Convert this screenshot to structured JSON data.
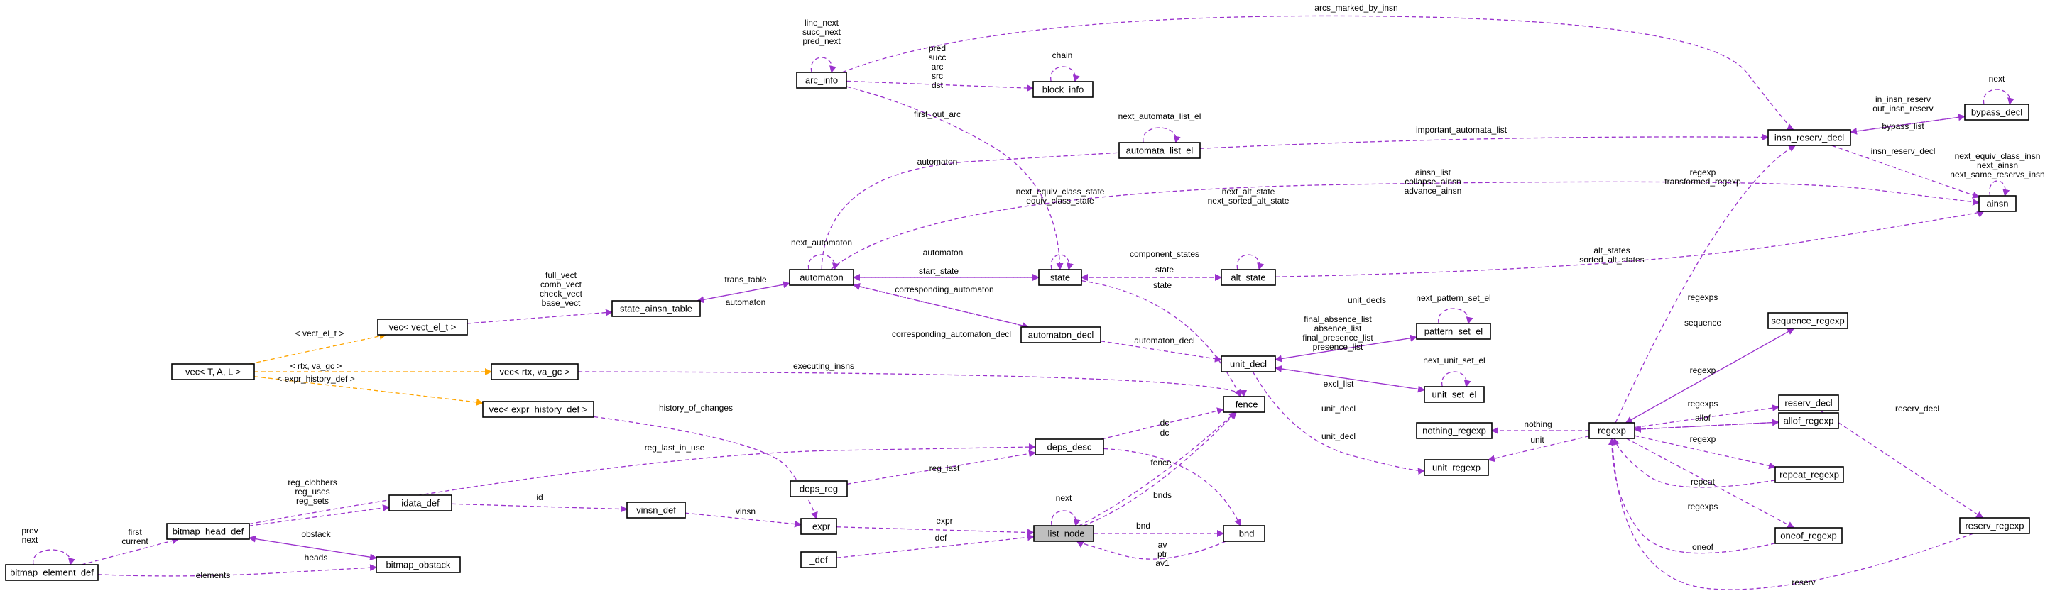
{
  "nodes": [
    {
      "id": "bitmap_element_def",
      "label": "bitmap_element_def"
    },
    {
      "id": "bitmap_head_def",
      "label": "bitmap_head_def"
    },
    {
      "id": "bitmap_obstack",
      "label": "bitmap_obstack"
    },
    {
      "id": "idata_def",
      "label": "idata_def"
    },
    {
      "id": "vinsn_def",
      "label": "vinsn_def"
    },
    {
      "id": "_expr",
      "label": "_expr"
    },
    {
      "id": "_def",
      "label": "_def"
    },
    {
      "id": "deps_reg",
      "label": "deps_reg"
    },
    {
      "id": "deps_desc",
      "label": "deps_desc"
    },
    {
      "id": "list_node",
      "label": "_list_node"
    },
    {
      "id": "_fence",
      "label": "_fence"
    },
    {
      "id": "_bnd",
      "label": "_bnd"
    },
    {
      "id": "vec_tal",
      "label": "vec< T, A, L >"
    },
    {
      "id": "vec_vect",
      "label": "vec< vect_el_t >"
    },
    {
      "id": "vec_rtx",
      "label": "vec< rtx, va_gc >"
    },
    {
      "id": "vec_expr_hist",
      "label": "vec< expr_history_def >"
    },
    {
      "id": "state_ainsn_table",
      "label": "state_ainsn_table"
    },
    {
      "id": "automaton",
      "label": "automaton"
    },
    {
      "id": "automaton_decl",
      "label": "automaton_decl"
    },
    {
      "id": "automata_list_el",
      "label": "automata_list_el"
    },
    {
      "id": "arc_info",
      "label": "arc_info"
    },
    {
      "id": "block_info",
      "label": "block_info"
    },
    {
      "id": "state",
      "label": "state"
    },
    {
      "id": "alt_state",
      "label": "alt_state"
    },
    {
      "id": "unit_decl",
      "label": "unit_decl"
    },
    {
      "id": "pattern_set_el",
      "label": "pattern_set_el"
    },
    {
      "id": "unit_set_el",
      "label": "unit_set_el"
    },
    {
      "id": "nothing_regexp",
      "label": "nothing_regexp"
    },
    {
      "id": "unit_regexp",
      "label": "unit_regexp"
    },
    {
      "id": "regexp",
      "label": "regexp"
    },
    {
      "id": "insn_reserv_decl",
      "label": "insn_reserv_decl"
    },
    {
      "id": "bypass_decl",
      "label": "bypass_decl"
    },
    {
      "id": "ainsn",
      "label": "ainsn"
    },
    {
      "id": "sequence_regexp",
      "label": "sequence_regexp"
    },
    {
      "id": "reserv_decl",
      "label": "reserv_decl"
    },
    {
      "id": "allof_regexp",
      "label": "allof_regexp"
    },
    {
      "id": "repeat_regexp",
      "label": "repeat_regexp"
    },
    {
      "id": "oneof_regexp",
      "label": "oneof_regexp"
    },
    {
      "id": "reserv_regexp",
      "label": "reserv_regexp"
    }
  ],
  "edges": [
    {
      "from": "bitmap_element_def",
      "to": "bitmap_element_def",
      "label": [
        "prev",
        "next"
      ]
    },
    {
      "from": "bitmap_element_def",
      "to": "bitmap_head_def",
      "label": [
        "first",
        "current"
      ]
    },
    {
      "from": "bitmap_element_def",
      "to": "bitmap_obstack",
      "label": [
        "elements"
      ]
    },
    {
      "from": "bitmap_head_def",
      "to": "bitmap_obstack",
      "label": [
        "heads"
      ]
    },
    {
      "from": "bitmap_obstack",
      "to": "bitmap_head_def",
      "label": [
        "obstack"
      ]
    },
    {
      "from": "bitmap_head_def",
      "to": "idata_def",
      "label": [
        "reg_clobbers",
        "reg_uses",
        "reg_sets"
      ]
    },
    {
      "from": "bitmap_head_def",
      "to": "deps_desc",
      "label": [
        "reg_last_in_use"
      ]
    },
    {
      "from": "idata_def",
      "to": "vinsn_def",
      "label": [
        "id"
      ]
    },
    {
      "from": "vinsn_def",
      "to": "_expr",
      "label": [
        "vinsn"
      ]
    },
    {
      "from": "vec_expr_hist",
      "to": "_expr",
      "label": [
        "history_of_changes"
      ]
    },
    {
      "from": "_expr",
      "to": "list_node",
      "label": [
        "expr"
      ]
    },
    {
      "from": "_def",
      "to": "list_node",
      "label": [
        "def"
      ]
    },
    {
      "from": "deps_reg",
      "to": "deps_desc",
      "label": [
        "reg_last"
      ]
    },
    {
      "from": "deps_desc",
      "to": "_fence",
      "label": [
        "dc"
      ]
    },
    {
      "from": "deps_desc",
      "to": "_bnd",
      "label": [
        "dc"
      ]
    },
    {
      "from": "list_node",
      "to": "list_node",
      "label": [
        "next"
      ]
    },
    {
      "from": "list_node",
      "to": "_fence",
      "label": [
        "fence"
      ]
    },
    {
      "from": "list_node",
      "to": "_fence",
      "label": [
        "bnds"
      ]
    },
    {
      "from": "list_node",
      "to": "_bnd",
      "label": [
        "bnd"
      ]
    },
    {
      "from": "_bnd",
      "to": "list_node",
      "label": [
        "av",
        "ptr",
        "av1"
      ]
    },
    {
      "from": "vec_rtx",
      "to": "_fence",
      "label": [
        "executing_insns"
      ]
    },
    {
      "from": "state",
      "to": "_fence",
      "label": [
        "state"
      ]
    },
    {
      "from": "vec_tal",
      "to": "vec_vect",
      "label": [
        "< vect_el_t >"
      ],
      "tmpl": true
    },
    {
      "from": "vec_tal",
      "to": "vec_rtx",
      "label": [
        "< rtx, va_gc >"
      ],
      "tmpl": true
    },
    {
      "from": "vec_tal",
      "to": "vec_expr_hist",
      "label": [
        "< expr_history_def >"
      ],
      "tmpl": true
    },
    {
      "from": "vec_vect",
      "to": "state_ainsn_table",
      "label": [
        "full_vect",
        "comb_vect",
        "check_vect",
        "base_vect"
      ]
    },
    {
      "from": "state_ainsn_table",
      "to": "automaton",
      "label": [
        "trans_table"
      ]
    },
    {
      "from": "automaton",
      "to": "state_ainsn_table",
      "label": [
        "automaton"
      ]
    },
    {
      "from": "automaton",
      "to": "automaton",
      "label": [
        "next_automaton"
      ]
    },
    {
      "from": "automaton",
      "to": "state",
      "label": [
        "automaton"
      ]
    },
    {
      "from": "state",
      "to": "automaton",
      "label": [
        "start_state"
      ]
    },
    {
      "from": "automaton",
      "to": "automata_list_el",
      "label": [
        "automaton"
      ]
    },
    {
      "from": "automaton",
      "to": "automaton_decl",
      "label": [
        "corresponding_automaton"
      ]
    },
    {
      "from": "automaton_decl",
      "to": "automaton",
      "label": [
        "corresponding_automaton_decl"
      ]
    },
    {
      "from": "automaton_decl",
      "to": "unit_decl",
      "label": [
        "automaton_decl"
      ]
    },
    {
      "from": "automaton",
      "to": "ainsn",
      "label": [
        "ainsn_list",
        "collapse_ainsn",
        "advance_ainsn"
      ]
    },
    {
      "from": "automata_list_el",
      "to": "automata_list_el",
      "label": [
        "next_automata_list_el"
      ]
    },
    {
      "from": "automata_list_el",
      "to": "insn_reserv_decl",
      "label": [
        "important_automata_list"
      ]
    },
    {
      "from": "arc_info",
      "to": "arc_info",
      "label": [
        "line_next",
        "succ_next",
        "pred_next"
      ]
    },
    {
      "from": "arc_info",
      "to": "block_info",
      "label": [
        "pred",
        "succ",
        "arc",
        "src",
        "dst"
      ]
    },
    {
      "from": "block_info",
      "to": "block_info",
      "label": [
        "chain"
      ]
    },
    {
      "from": "arc_info",
      "to": "state",
      "label": [
        "first_out_arc"
      ]
    },
    {
      "from": "arc_info",
      "to": "insn_reserv_decl",
      "label": [
        "arcs_marked_by_insn"
      ]
    },
    {
      "from": "state",
      "to": "state",
      "label": [
        "next_equiv_class_state",
        "equiv_class_state"
      ]
    },
    {
      "from": "state",
      "to": "alt_state",
      "label": [
        "component_states"
      ]
    },
    {
      "from": "alt_state",
      "to": "state",
      "label": [
        "state"
      ]
    },
    {
      "from": "alt_state",
      "to": "alt_state",
      "label": [
        "next_alt_state",
        "next_sorted_alt_state"
      ]
    },
    {
      "from": "alt_state",
      "to": "ainsn",
      "label": [
        "alt_states",
        "sorted_alt_states"
      ]
    },
    {
      "from": "unit_decl",
      "to": "pattern_set_el",
      "label": [
        "unit_decls"
      ]
    },
    {
      "from": "pattern_set_el",
      "to": "unit_decl",
      "label": [
        "final_absence_list",
        "absence_list",
        "final_presence_list",
        "presence_list"
      ]
    },
    {
      "from": "pattern_set_el",
      "to": "pattern_set_el",
      "label": [
        "next_pattern_set_el"
      ]
    },
    {
      "from": "unit_set_el",
      "to": "unit_decl",
      "label": [
        "excl_list"
      ]
    },
    {
      "from": "unit_decl",
      "to": "unit_set_el",
      "label": [
        "unit_decl"
      ]
    },
    {
      "from": "unit_set_el",
      "to": "unit_set_el",
      "label": [
        "next_unit_set_el"
      ]
    },
    {
      "from": "unit_decl",
      "to": "unit_regexp",
      "label": [
        "unit_decl"
      ]
    },
    {
      "from": "regexp",
      "to": "nothing_regexp",
      "label": [
        "nothing"
      ]
    },
    {
      "from": "regexp",
      "to": "unit_regexp",
      "label": [
        "unit"
      ]
    },
    {
      "from": "regexp",
      "to": "insn_reserv_decl",
      "label": [
        "regexp",
        "transformed_regexp"
      ]
    },
    {
      "from": "regexp",
      "to": "sequence_regexp",
      "label": [
        "regexps"
      ]
    },
    {
      "from": "sequence_regexp",
      "to": "regexp",
      "label": [
        "sequence"
      ]
    },
    {
      "from": "regexp",
      "to": "reserv_decl",
      "label": [
        "regexp"
      ]
    },
    {
      "from": "regexp",
      "to": "allof_regexp",
      "label": [
        "regexps"
      ]
    },
    {
      "from": "allof_regexp",
      "to": "regexp",
      "label": [
        "allof"
      ]
    },
    {
      "from": "regexp",
      "to": "repeat_regexp",
      "label": [
        "regexp"
      ]
    },
    {
      "from": "repeat_regexp",
      "to": "regexp",
      "label": [
        "repeat"
      ]
    },
    {
      "from": "regexp",
      "to": "oneof_regexp",
      "label": [
        "regexps"
      ]
    },
    {
      "from": "oneof_regexp",
      "to": "regexp",
      "label": [
        "oneof"
      ]
    },
    {
      "from": "reserv_regexp",
      "to": "regexp",
      "label": [
        "reserv"
      ]
    },
    {
      "from": "reserv_decl",
      "to": "reserv_regexp",
      "label": [
        "reserv_decl"
      ]
    },
    {
      "from": "insn_reserv_decl",
      "to": "bypass_decl",
      "label": [
        "in_insn_reserv",
        "out_insn_reserv"
      ]
    },
    {
      "from": "bypass_decl",
      "to": "insn_reserv_decl",
      "label": [
        "bypass_list"
      ]
    },
    {
      "from": "bypass_decl",
      "to": "bypass_decl",
      "label": [
        "next"
      ]
    },
    {
      "from": "insn_reserv_decl",
      "to": "ainsn",
      "label": [
        "insn_reserv_decl"
      ]
    },
    {
      "from": "ainsn",
      "to": "ainsn",
      "label": [
        "next_equiv_class_insn",
        "next_ainsn",
        "next_same_reservs_insn"
      ]
    }
  ]
}
